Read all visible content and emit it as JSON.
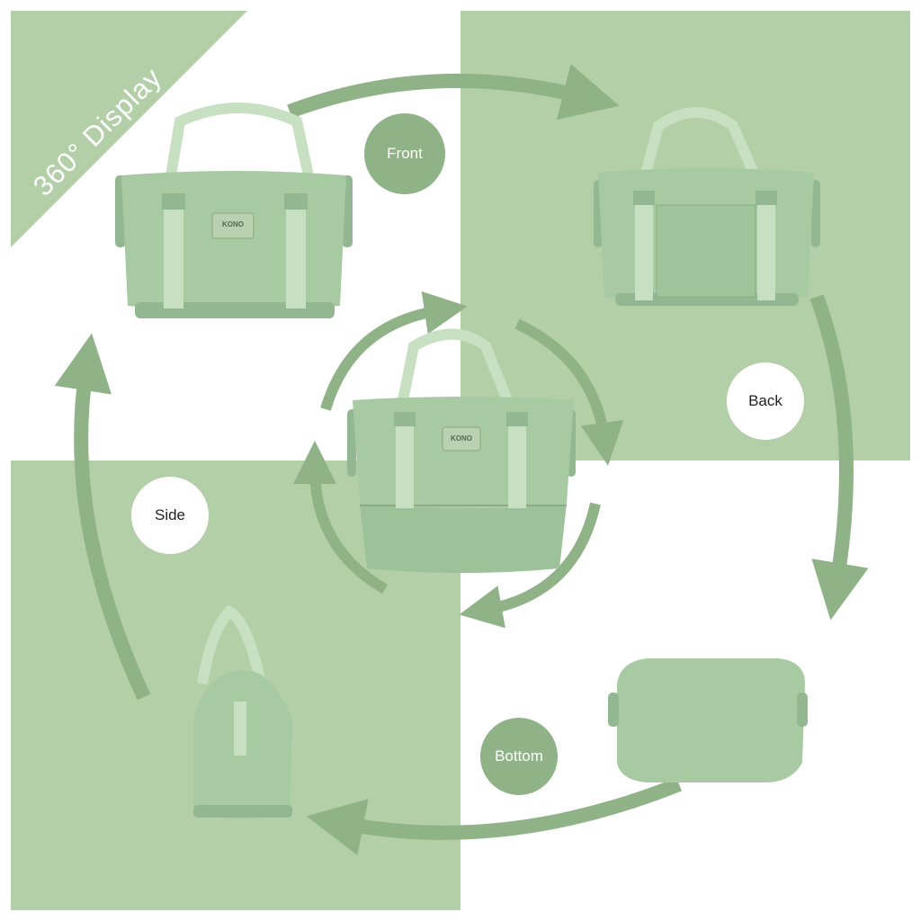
{
  "banner": {
    "text": "360° Display"
  },
  "views": {
    "front": {
      "label": "Front"
    },
    "back": {
      "label": "Back"
    },
    "bottom": {
      "label": "Bottom"
    },
    "side": {
      "label": "Side"
    }
  },
  "logo": {
    "text": "KONO"
  },
  "colors": {
    "light_green_bg": "#b2cfa8",
    "arrow_green": "#8fb386",
    "bag_green": "#a8caa3",
    "bag_green_dark": "#93b790",
    "strap_green": "#c6e0c1",
    "white": "#ffffff",
    "text_dark": "#222222"
  }
}
